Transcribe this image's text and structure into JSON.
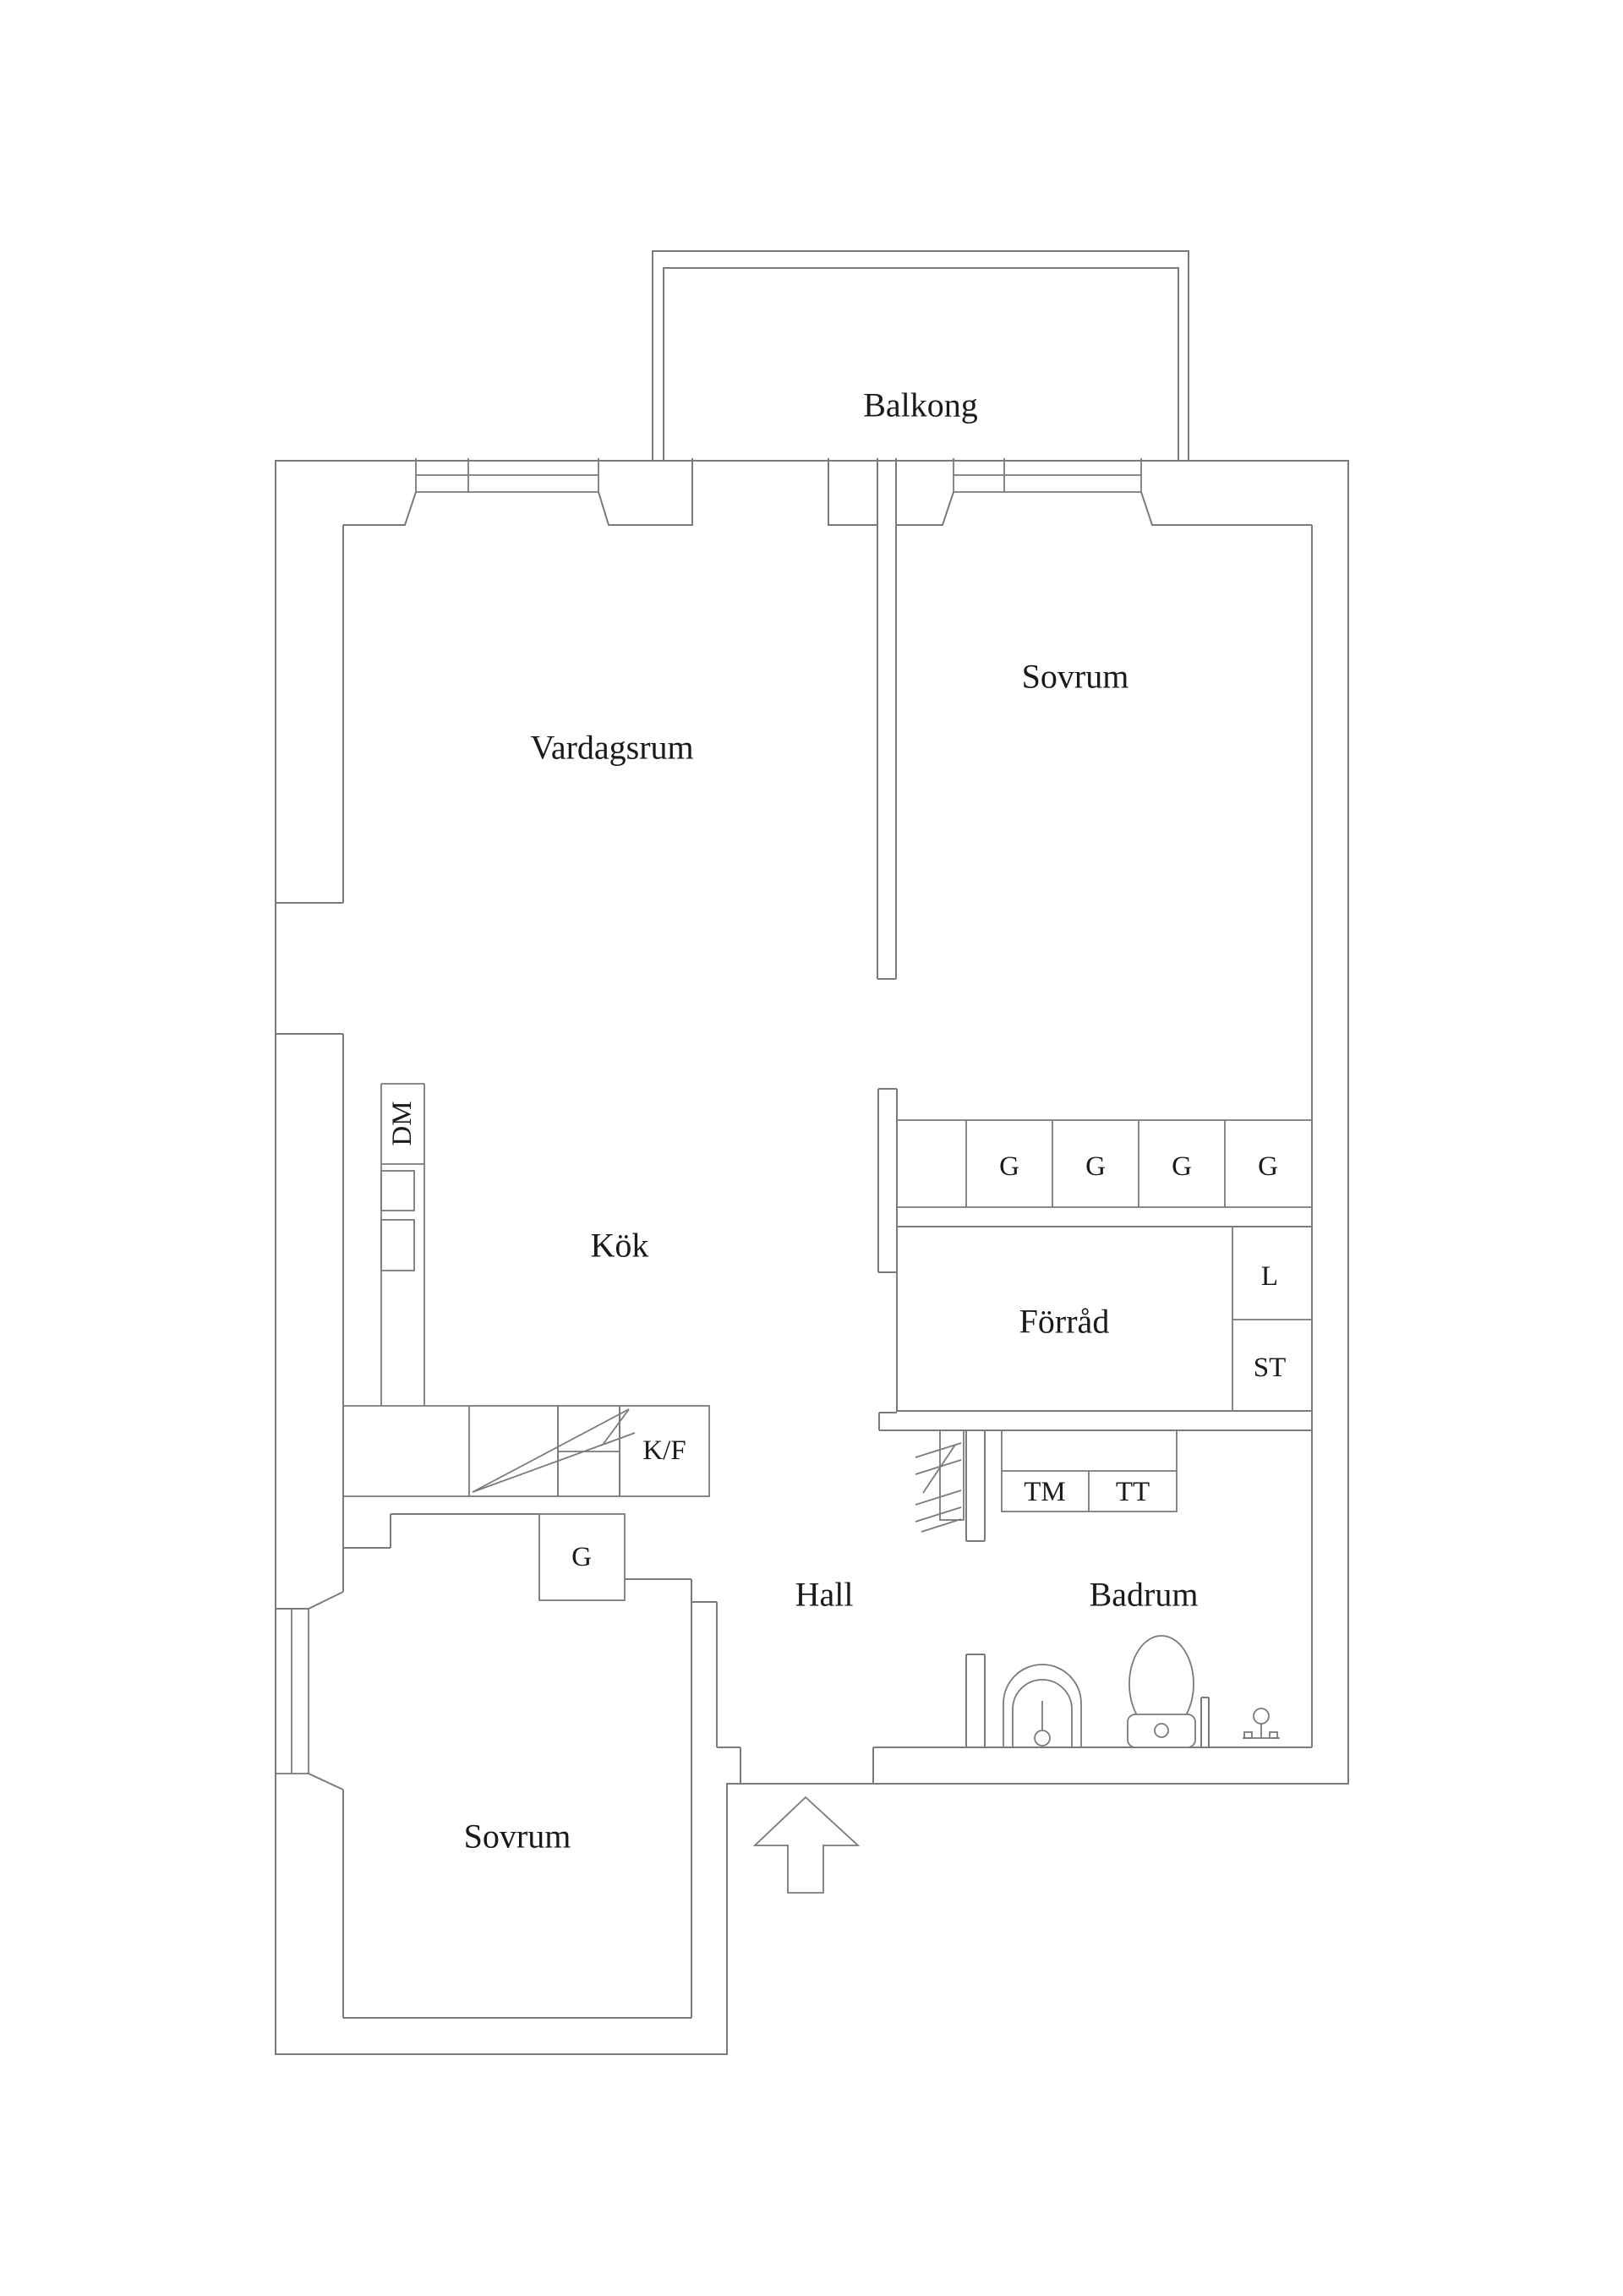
{
  "floorplan": {
    "colors": {
      "background": "#ffffff",
      "line": "#7a7a7a",
      "text": "#1a1a1a"
    },
    "rooms": {
      "balcony": "Balkong",
      "living_room": "Vardagsrum",
      "bedroom_top": "Sovrum",
      "kitchen": "Kök",
      "storage": "Förråd",
      "hall": "Hall",
      "bathroom": "Badrum",
      "bedroom_bottom": "Sovrum"
    },
    "labels": {
      "dishwasher": "DM",
      "fridge_freezer": "K/F",
      "hall_wardrobe": "G",
      "closet_row": [
        "G",
        "G",
        "G",
        "G"
      ],
      "linen_closet": "L",
      "cleaning_closet": "ST",
      "washing_machine": "TM",
      "tumble_dryer": "TT"
    }
  }
}
